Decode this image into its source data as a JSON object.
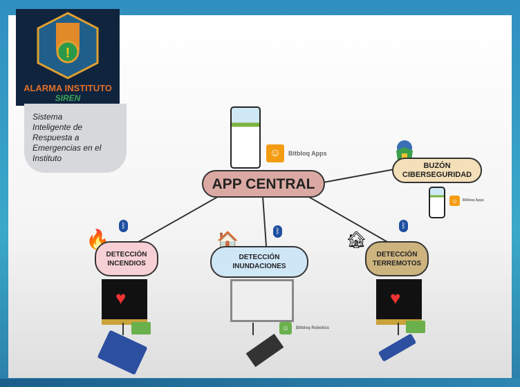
{
  "logo": {
    "title": "ALARMA INSTITUTO",
    "subtitle": "SIREN"
  },
  "description": "Sistema\nInteligente de\nRespuesta a\nEmergencias en el\nInstituto",
  "central": {
    "label": "APP CENTRAL",
    "app_label": "Bitbloq Apps"
  },
  "cyber": {
    "label": "BUZÓN\nCIBERSEGURIDAD",
    "app_label": "Bitbloq Apps"
  },
  "nodes": {
    "fire": {
      "label": "DETECCIÓN\nINCENDIOS",
      "color": "#f7d0d6"
    },
    "flood": {
      "label": "DETECCIÓN\nINUNDACIONES",
      "color": "#cfe6f7",
      "app_label": "Bitbloq Robotics"
    },
    "quake": {
      "label": "DETECCIÓN\nTERREMOTOS",
      "color": "#cdb47f"
    }
  },
  "colors": {
    "central": "#dba9a3",
    "cyber": "#f3dfb8"
  },
  "icons": [
    "bluetooth-icon",
    "fire-icon",
    "house-flood-icon",
    "house-earthquake-icon",
    "shield-lock-icon",
    "microbit-board",
    "arduino-board",
    "gas-sensor",
    "water-sensor",
    "vibration-sensor"
  ]
}
